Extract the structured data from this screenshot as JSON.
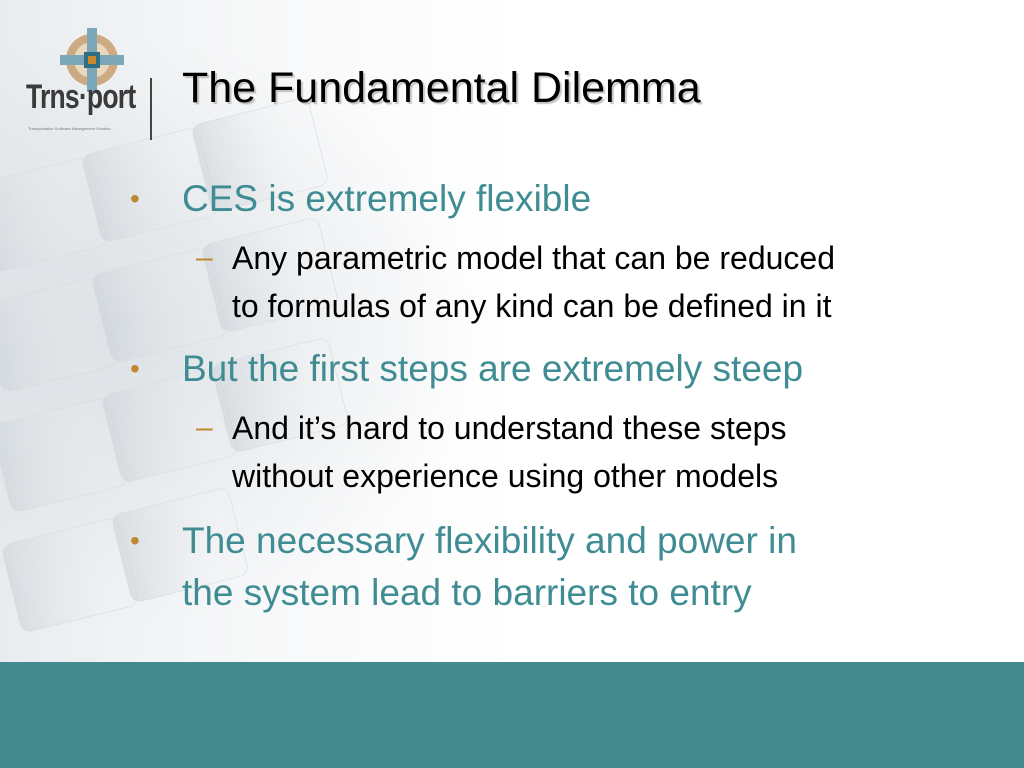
{
  "slide": {
    "title": "The Fundamental Dilemma",
    "logo": {
      "wordmark": "Trns·port",
      "tagline": "Transportation Software Management Solution",
      "icon": "compass-cross-icon"
    },
    "bullets": [
      {
        "text": "CES is extremely flexible",
        "sub": [
          {
            "lines": [
              "Any parametric model that can be reduced",
              "to formulas of any kind can be defined in it"
            ]
          }
        ]
      },
      {
        "text": "But the first steps are extremely steep",
        "sub": [
          {
            "lines": [
              "And it’s hard to understand these steps",
              "without experience using other models"
            ]
          }
        ]
      },
      {
        "lines": [
          "The necessary flexibility and power in",
          "the system lead to barriers to entry"
        ]
      }
    ],
    "markers": {
      "bullet": "•",
      "dash": "–"
    },
    "colors": {
      "bullet_text": "#3f8c93",
      "marker": "#c0882e",
      "footer": "#438a8f",
      "title": "#000000"
    }
  }
}
